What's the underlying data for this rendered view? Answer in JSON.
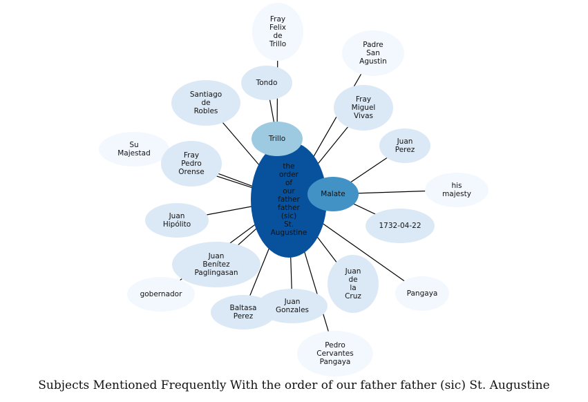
{
  "caption": "Subjects Mentioned Frequently With the order of our father father (sic) St. Augustine",
  "colors": {
    "center": "#08519c",
    "hub_trillo": "#9ecae1",
    "hub_malate": "#4292c6",
    "light": "#dbe9f6",
    "lighter": "#f3f8fe",
    "edge": "#000000"
  },
  "nodes": [
    {
      "id": "center",
      "label": "the order of our father father (sic) St. Augustine",
      "lines": [
        "the",
        "order",
        "of",
        "our",
        "father",
        "father",
        "(sic)",
        "St.",
        "Augustine"
      ],
      "shade": "center"
    },
    {
      "id": "trillo",
      "label": "Trillo",
      "lines": [
        "Trillo"
      ],
      "shade": "hub_trillo"
    },
    {
      "id": "malate",
      "label": "Malate",
      "lines": [
        "Malate"
      ],
      "shade": "hub_malate"
    },
    {
      "id": "felix",
      "label": "Fray Felix de Trillo",
      "lines": [
        "Fray",
        "Felix",
        "de",
        "Trillo"
      ],
      "shade": "lighter"
    },
    {
      "id": "tondo",
      "label": "Tondo",
      "lines": [
        "Tondo"
      ],
      "shade": "light"
    },
    {
      "id": "padre",
      "label": "Padre San Agustin",
      "lines": [
        "Padre",
        "San",
        "Agustin"
      ],
      "shade": "lighter"
    },
    {
      "id": "santiago",
      "label": "Santiago de Robles",
      "lines": [
        "Santiago",
        "de",
        "Robles"
      ],
      "shade": "light"
    },
    {
      "id": "vivas",
      "label": "Fray Miguel Vivas",
      "lines": [
        "Fray",
        "Miguel",
        "Vivas"
      ],
      "shade": "light"
    },
    {
      "id": "juanperez",
      "label": "Juan Perez",
      "lines": [
        "Juan",
        "Perez"
      ],
      "shade": "light"
    },
    {
      "id": "su",
      "label": "Su Majestad",
      "lines": [
        "Su",
        "Majestad"
      ],
      "shade": "lighter"
    },
    {
      "id": "orense",
      "label": "Fray Pedro Orense",
      "lines": [
        "Fray",
        "Pedro",
        "Orense"
      ],
      "shade": "light"
    },
    {
      "id": "majesty",
      "label": "his majesty",
      "lines": [
        "his",
        "majesty"
      ],
      "shade": "lighter"
    },
    {
      "id": "hipolito",
      "label": "Juan Hipólito",
      "lines": [
        "Juan",
        "Hipólito"
      ],
      "shade": "light"
    },
    {
      "id": "date",
      "label": "1732-04-22",
      "lines": [
        "1732-04-22"
      ],
      "shade": "light"
    },
    {
      "id": "benitez",
      "label": "Juan Benítez Paglingasan",
      "lines": [
        "Juan",
        "Benítez",
        "Paglingasan"
      ],
      "shade": "light"
    },
    {
      "id": "cruz",
      "label": "Juan de la Cruz",
      "lines": [
        "Juan",
        "de",
        "la",
        "Cruz"
      ],
      "shade": "light"
    },
    {
      "id": "pangaya",
      "label": "Pangaya",
      "lines": [
        "Pangaya"
      ],
      "shade": "lighter"
    },
    {
      "id": "gobernador",
      "label": "gobernador",
      "lines": [
        "gobernador"
      ],
      "shade": "lighter"
    },
    {
      "id": "gonzales",
      "label": "Juan Gonzales",
      "lines": [
        "Juan",
        "Gonzales"
      ],
      "shade": "light"
    },
    {
      "id": "baltasa",
      "label": "Baltasa Perez",
      "lines": [
        "Baltasa",
        "Perez"
      ],
      "shade": "light"
    },
    {
      "id": "pedro",
      "label": "Pedro Cervantes Pangaya",
      "lines": [
        "Pedro",
        "Cervantes",
        "Pangaya"
      ],
      "shade": "lighter"
    }
  ],
  "edges": [
    [
      "center",
      "trillo"
    ],
    [
      "center",
      "malate"
    ],
    [
      "center",
      "padre"
    ],
    [
      "center",
      "santiago"
    ],
    [
      "center",
      "vivas"
    ],
    [
      "center",
      "su"
    ],
    [
      "center",
      "orense"
    ],
    [
      "center",
      "hipolito"
    ],
    [
      "center",
      "benitez"
    ],
    [
      "center",
      "gobernador"
    ],
    [
      "center",
      "cruz"
    ],
    [
      "center",
      "pangaya"
    ],
    [
      "center",
      "gonzales"
    ],
    [
      "center",
      "baltasa"
    ],
    [
      "center",
      "pedro"
    ],
    [
      "trillo",
      "felix"
    ],
    [
      "trillo",
      "tondo"
    ],
    [
      "malate",
      "juanperez"
    ],
    [
      "malate",
      "majesty"
    ],
    [
      "malate",
      "date"
    ]
  ]
}
